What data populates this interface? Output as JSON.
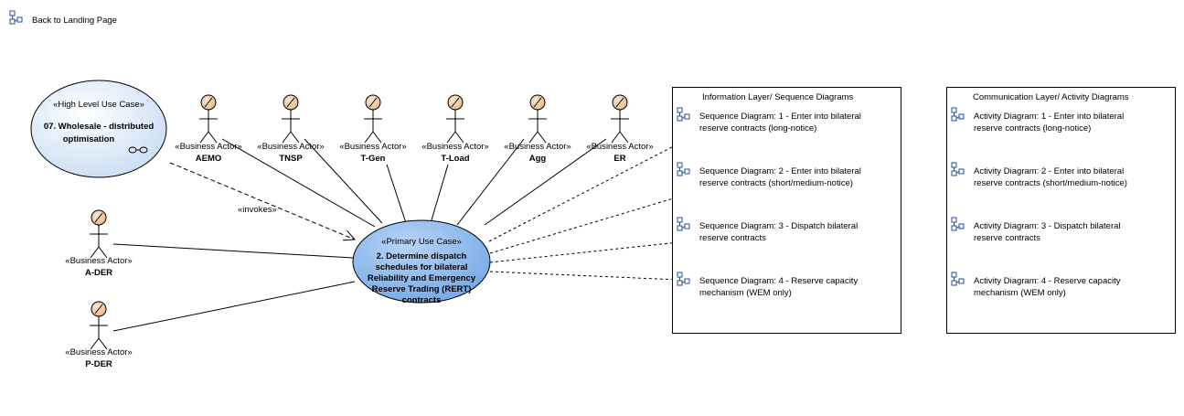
{
  "nav": {
    "back_label": "Back to Landing Page"
  },
  "high_level_use_case": {
    "stereotype": "«High Level Use Case»",
    "name_lines": [
      "07. Wholesale - distributed",
      "optimisation"
    ]
  },
  "primary_use_case": {
    "stereotype": "«Primary Use Case»",
    "name_lines": [
      "2. Determine dispatch",
      "schedules for bilateral",
      "Reliability and Emergency",
      "Reserve Trading (RERT)",
      "contracts"
    ]
  },
  "actor_stereotype": "«Business Actor»",
  "actors": [
    {
      "name": "AEMO"
    },
    {
      "name": "TNSP"
    },
    {
      "name": "T-Gen"
    },
    {
      "name": "T-Load"
    },
    {
      "name": "Agg"
    },
    {
      "name": "ER"
    },
    {
      "name": "A-DER"
    },
    {
      "name": "P-DER"
    }
  ],
  "invokes_label": "«invokes»",
  "information_layer": {
    "title": "Information Layer/ Sequence Diagrams",
    "items": [
      {
        "lines": [
          "Sequence Diagram: 1 - Enter into bilateral",
          "reserve contracts (long-notice)"
        ]
      },
      {
        "lines": [
          "Sequence Diagram: 2 - Enter into bilateral",
          "reserve contracts (short/medium-notice)"
        ]
      },
      {
        "lines": [
          "Sequence Diagram: 3 - Dispatch bilateral",
          "reserve contracts"
        ]
      },
      {
        "lines": [
          "Sequence Diagram: 4 - Reserve capacity",
          "mechanism (WEM only)"
        ]
      }
    ]
  },
  "communication_layer": {
    "title": "Communication Layer/ Activity Diagrams",
    "items": [
      {
        "lines": [
          "Activity Diagram: 1 - Enter into bilateral",
          "reserve contracts (long-notice)"
        ]
      },
      {
        "lines": [
          "Activity Diagram: 2 - Enter into bilateral",
          "reserve contracts (short/medium-notice)"
        ]
      },
      {
        "lines": [
          "Activity Diagram: 3 - Dispatch bilateral",
          "reserve contracts"
        ]
      },
      {
        "lines": [
          "Activity Diagram: 4 - Reserve capacity",
          "mechanism (WEM only)"
        ]
      }
    ]
  },
  "colors": {
    "use_case_fill_light": "#d6e6f8",
    "primary_fill": "#8ab8ec",
    "actor_head": "#f3cfa6",
    "icon_blue": "#1f4e9c"
  }
}
